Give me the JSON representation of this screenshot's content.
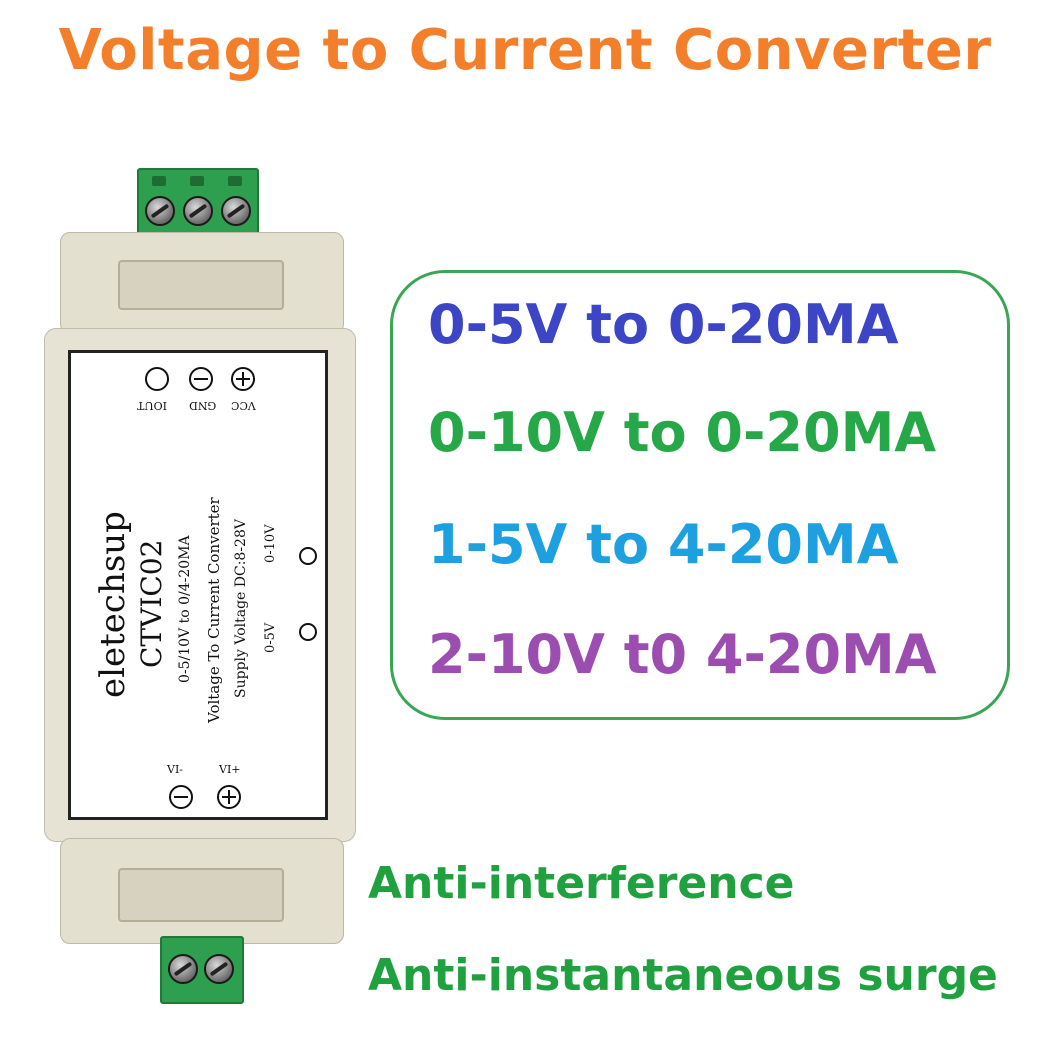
{
  "title": "Voltage to Current Converter",
  "colors": {
    "title": "#f47f2b",
    "spec_blue": "#3b45c6",
    "spec_green": "#26a748",
    "spec_cyan": "#1ea0e0",
    "spec_purple": "#9b4db0",
    "feature_green": "#1fa13f",
    "box_border": "#3aa655"
  },
  "device": {
    "top_terminals": [
      "IOUT",
      "GND",
      "VCC"
    ],
    "top_symbols": [
      "circle-icon",
      "minus-circle-icon",
      "plus-circle-icon"
    ],
    "brand": "eletechsup",
    "model": "CTVIC02",
    "range": "0-5/10V to 0/4-20MA",
    "description": "Voltage To Current Converter",
    "supply": "Supply Voltage DC:8-28V",
    "jumper_05": "0-5V",
    "jumper_010": "0-10V",
    "input_minus": "VI-",
    "input_plus": "VI+"
  },
  "specs": [
    {
      "text": "0-5V to 0-20MA",
      "color": "#3b45c6"
    },
    {
      "text": "0-10V to 0-20MA",
      "color": "#26a748"
    },
    {
      "text": "1-5V to 4-20MA",
      "color": "#1ea0e0"
    },
    {
      "text": "2-10V t0 4-20MA",
      "color": "#9b4db0"
    }
  ],
  "features": [
    "Anti-interference",
    "Anti-instantaneous surge"
  ]
}
